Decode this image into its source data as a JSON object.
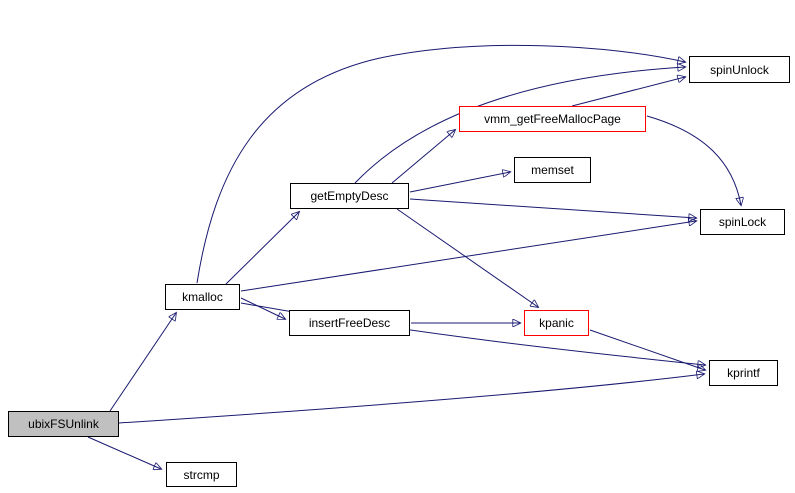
{
  "diagram": {
    "type": "call-graph",
    "description": "Function call graph for ubixFSUnlink",
    "colors": {
      "edge": "#191970",
      "node_border": "#000000",
      "node_fill": "#ffffff",
      "current_node_fill": "#c0c0c0",
      "truncated_node_border": "#ff0000",
      "text": "#000000",
      "background": "#ffffff"
    },
    "nodes": {
      "ubixFSUnlink": {
        "label": "ubixFSUnlink",
        "role": "current"
      },
      "kmalloc": {
        "label": "kmalloc",
        "role": "normal"
      },
      "strcmp": {
        "label": "strcmp",
        "role": "normal"
      },
      "getEmptyDesc": {
        "label": "getEmptyDesc",
        "role": "normal"
      },
      "insertFreeDesc": {
        "label": "insertFreeDesc",
        "role": "normal"
      },
      "vmm_getFreeMallocPage": {
        "label": "vmm_getFreeMallocPage",
        "role": "truncated"
      },
      "memset": {
        "label": "memset",
        "role": "normal"
      },
      "spinUnlock": {
        "label": "spinUnlock",
        "role": "normal"
      },
      "spinLock": {
        "label": "spinLock",
        "role": "normal"
      },
      "kpanic": {
        "label": "kpanic",
        "role": "truncated"
      },
      "kprintf": {
        "label": "kprintf",
        "role": "normal"
      }
    },
    "edges": [
      {
        "from": "ubixFSUnlink",
        "to": "kmalloc"
      },
      {
        "from": "ubixFSUnlink",
        "to": "kprintf"
      },
      {
        "from": "ubixFSUnlink",
        "to": "strcmp"
      },
      {
        "from": "kmalloc",
        "to": "getEmptyDesc"
      },
      {
        "from": "kmalloc",
        "to": "insertFreeDesc"
      },
      {
        "from": "kmalloc",
        "to": "spinLock"
      },
      {
        "from": "kmalloc",
        "to": "spinUnlock"
      },
      {
        "from": "kmalloc",
        "to": "kprintf"
      },
      {
        "from": "getEmptyDesc",
        "to": "vmm_getFreeMallocPage"
      },
      {
        "from": "getEmptyDesc",
        "to": "memset"
      },
      {
        "from": "getEmptyDesc",
        "to": "spinLock"
      },
      {
        "from": "getEmptyDesc",
        "to": "spinUnlock"
      },
      {
        "from": "getEmptyDesc",
        "to": "kpanic"
      },
      {
        "from": "insertFreeDesc",
        "to": "kpanic"
      },
      {
        "from": "kpanic",
        "to": "kprintf"
      },
      {
        "from": "vmm_getFreeMallocPage",
        "to": "spinUnlock"
      },
      {
        "from": "vmm_getFreeMallocPage",
        "to": "spinLock"
      }
    ]
  }
}
